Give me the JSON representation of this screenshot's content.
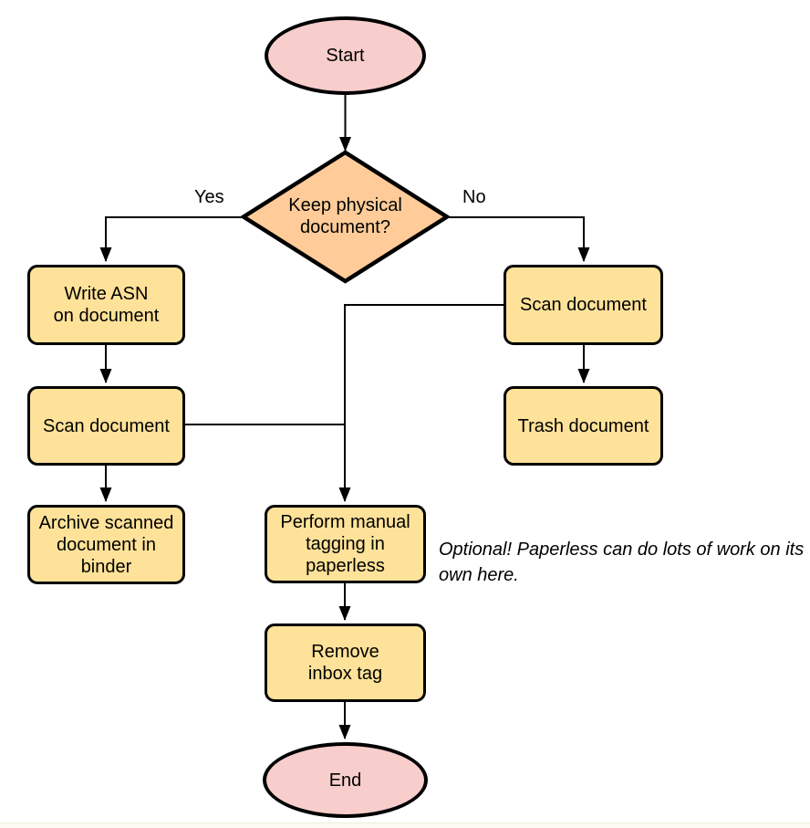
{
  "colors": {
    "terminal_fill": "#f8cecc",
    "decision_fill": "#ffcc99",
    "process_fill": "#ffe299",
    "stroke": "#000000"
  },
  "nodes": {
    "start": {
      "label": "Start",
      "type": "terminal"
    },
    "decision": {
      "label": "Keep physical document?",
      "type": "decision"
    },
    "write_asn": {
      "label": "Write ASN\non document",
      "type": "process"
    },
    "scan_left": {
      "label": "Scan document",
      "type": "process"
    },
    "archive": {
      "label": "Archive scanned\ndocument in\nbinder",
      "type": "process"
    },
    "scan_right": {
      "label": "Scan document",
      "type": "process"
    },
    "trash": {
      "label": "Trash document",
      "type": "process"
    },
    "perform_tagging": {
      "label": "Perform manual\ntagging in\npaperless",
      "type": "process"
    },
    "remove_inbox": {
      "label": "Remove\ninbox tag",
      "type": "process"
    },
    "end": {
      "label": "End",
      "type": "terminal"
    }
  },
  "edge_labels": {
    "yes": "Yes",
    "no": "No"
  },
  "note": "Optional! Paperless can do lots of work on its own here."
}
